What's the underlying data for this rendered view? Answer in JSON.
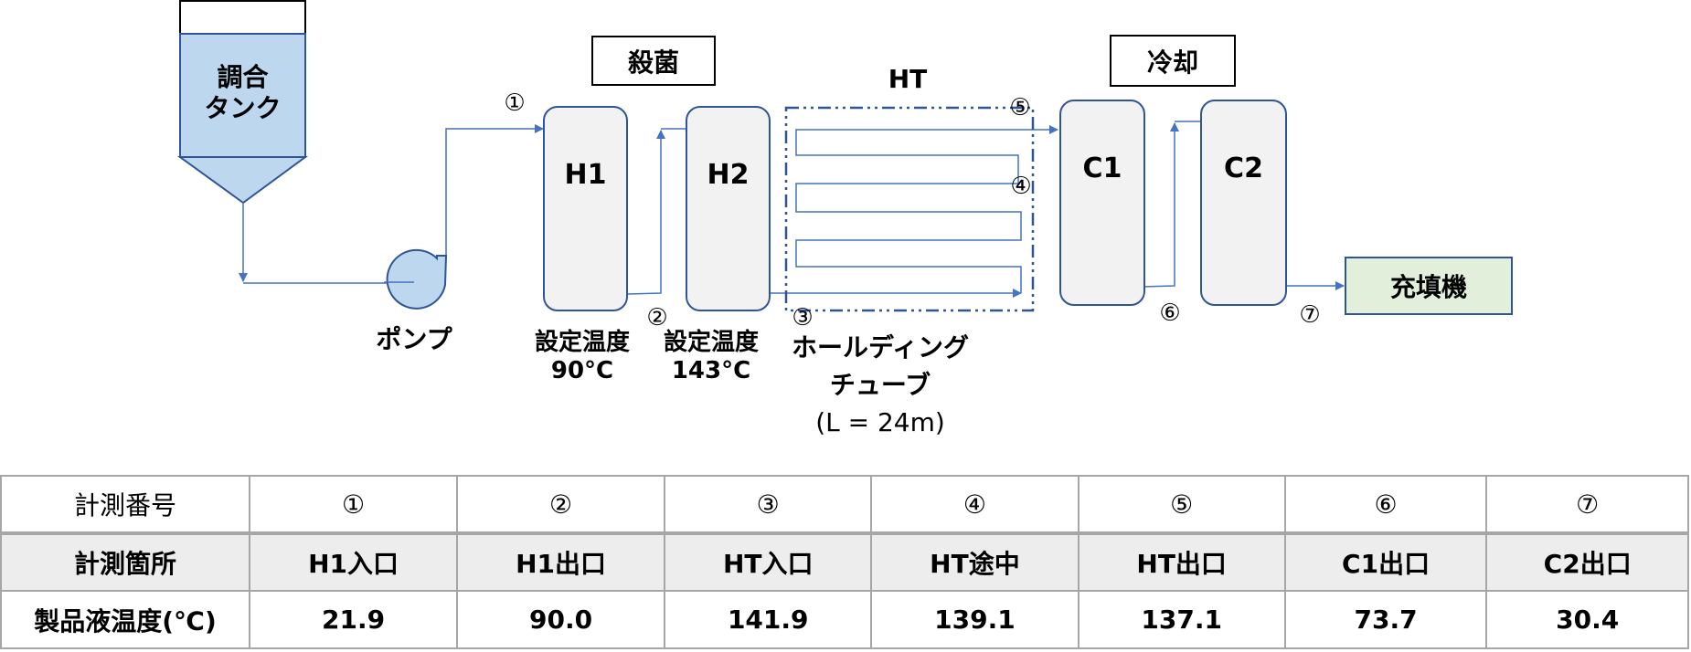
{
  "diagram": {
    "tank": {
      "label_line1": "調合",
      "label_line2": "タンク"
    },
    "pump": {
      "label": "ポンプ"
    },
    "sterilization": {
      "title": "殺菌"
    },
    "cooling": {
      "title": "冷却"
    },
    "holding": {
      "title": "HT",
      "label_line1": "ホールディング",
      "label_line2": "チューブ",
      "label_line3": "(L = 24m)"
    },
    "units": {
      "h1": {
        "label": "H1",
        "setting_label": "設定温度",
        "setting_value": "90°C"
      },
      "h2": {
        "label": "H2",
        "setting_label": "設定温度",
        "setting_value": "143°C"
      },
      "c1": {
        "label": "C1"
      },
      "c2": {
        "label": "C2"
      }
    },
    "filler": {
      "label": "充填機"
    },
    "points": [
      "①",
      "②",
      "③",
      "④",
      "⑤",
      "⑥",
      "⑦"
    ],
    "colors": {
      "pipe": "#4472c4",
      "outline": "#2f5597",
      "tank_fill": "#bdd7ee",
      "unit_fill": "#f2f2f2",
      "filler_fill": "#e2efda"
    }
  },
  "table": {
    "rows": [
      {
        "header": "計測番号",
        "cells": [
          "①",
          "②",
          "③",
          "④",
          "⑤",
          "⑥",
          "⑦"
        ]
      },
      {
        "header": "計測箇所",
        "cells": [
          "H1入口",
          "H1出口",
          "HT入口",
          "HT途中",
          "HT出口",
          "C1出口",
          "C2出口"
        ]
      },
      {
        "header": "製品液温度(℃)",
        "cells": [
          "21.9",
          "90.0",
          "141.9",
          "139.1",
          "137.1",
          "73.7",
          "30.4"
        ]
      }
    ]
  }
}
